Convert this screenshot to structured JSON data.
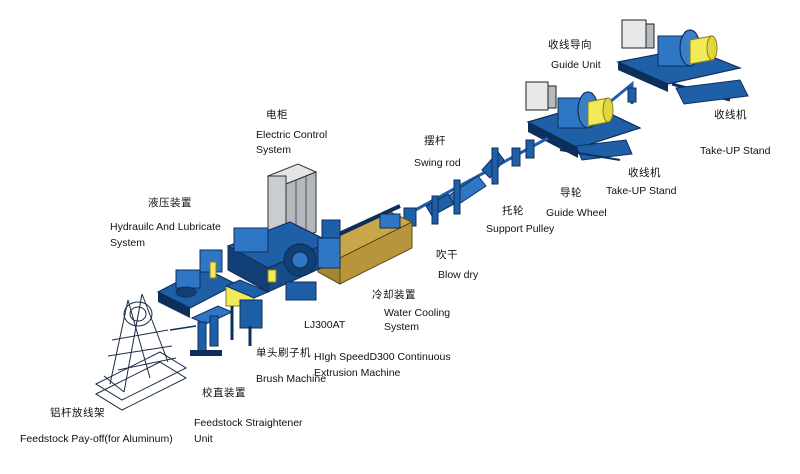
{
  "labels": {
    "take_up_stand_top": {
      "zh": "收线机",
      "en": "Take-UP Stand"
    },
    "guide_unit": {
      "zh": "收线导向",
      "en": "Guide Unit"
    },
    "take_up_stand_mid": {
      "zh": "收线机",
      "en": "Take-UP Stand"
    },
    "guide_wheel": {
      "zh": "导轮",
      "en": "Guide Wheel"
    },
    "support_pulley": {
      "zh": "托轮",
      "en": "Support Pulley"
    },
    "swing_rod": {
      "zh": "摆杆",
      "en": "Swing rod"
    },
    "blow_dry": {
      "zh": "吹干",
      "en": "Blow dry"
    },
    "water_cooling": {
      "zh": "冷却装置",
      "en1": "Water Cooling",
      "en2": "System"
    },
    "electric_control": {
      "zh": "电柜",
      "en1": "Electric Control",
      "en2": "System"
    },
    "hydraulic": {
      "zh": "液压装置",
      "en1": "Hydrauilc And Lubricate",
      "en2": "System"
    },
    "lj300at": {
      "en": "LJ300AT"
    },
    "extrusion": {
      "en1": "HIgh SpeedD300 Continuous",
      "en2": "Extrusion Machine"
    },
    "brush": {
      "zh": "单头刷子机",
      "en": "Brush Machine"
    },
    "straightener": {
      "zh": "校直装置",
      "en1": "Feedstock Straightener",
      "en2": "Unit"
    },
    "payoff": {
      "zh": "铝杆放线架",
      "en": "Feedstock Pay-off(for Aluminum)"
    }
  },
  "colors": {
    "machine_blue": "#1f5fa8",
    "machine_dark": "#0d2f5c",
    "cabinet_gray": "#c9ccd0",
    "accent_yellow": "#f2ea5a",
    "water_tank": "#c9a64a"
  }
}
